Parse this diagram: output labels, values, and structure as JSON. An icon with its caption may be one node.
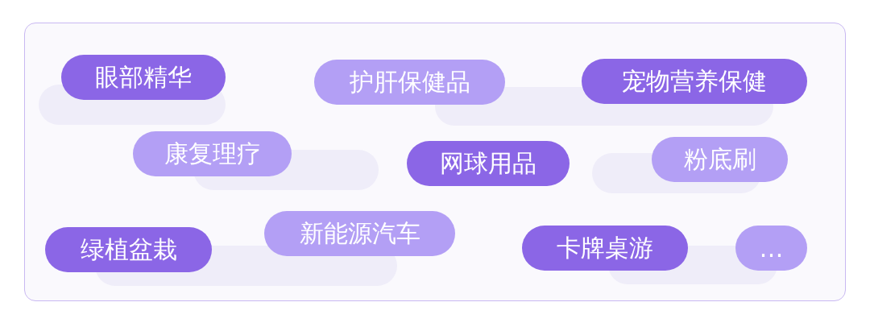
{
  "diagram": {
    "nodes": [
      {
        "text": [
          "眼部精华"
        ]
      },
      {
        "text": [
          "护肝保健品"
        ]
      },
      {
        "text": [
          "宠物营养保健"
        ]
      },
      {
        "text": [
          "康复理疗"
        ]
      },
      {
        "text": [
          "网球用品"
        ]
      },
      {
        "text": [
          "粉底刷"
        ]
      },
      {
        "text": [
          "绿植盆栽"
        ]
      },
      {
        "text": [
          "新能源汽车"
        ]
      },
      {
        "text": [
          "卡牌桌游"
        ]
      },
      {
        "text": [
          "…"
        ]
      }
    ]
  }
}
